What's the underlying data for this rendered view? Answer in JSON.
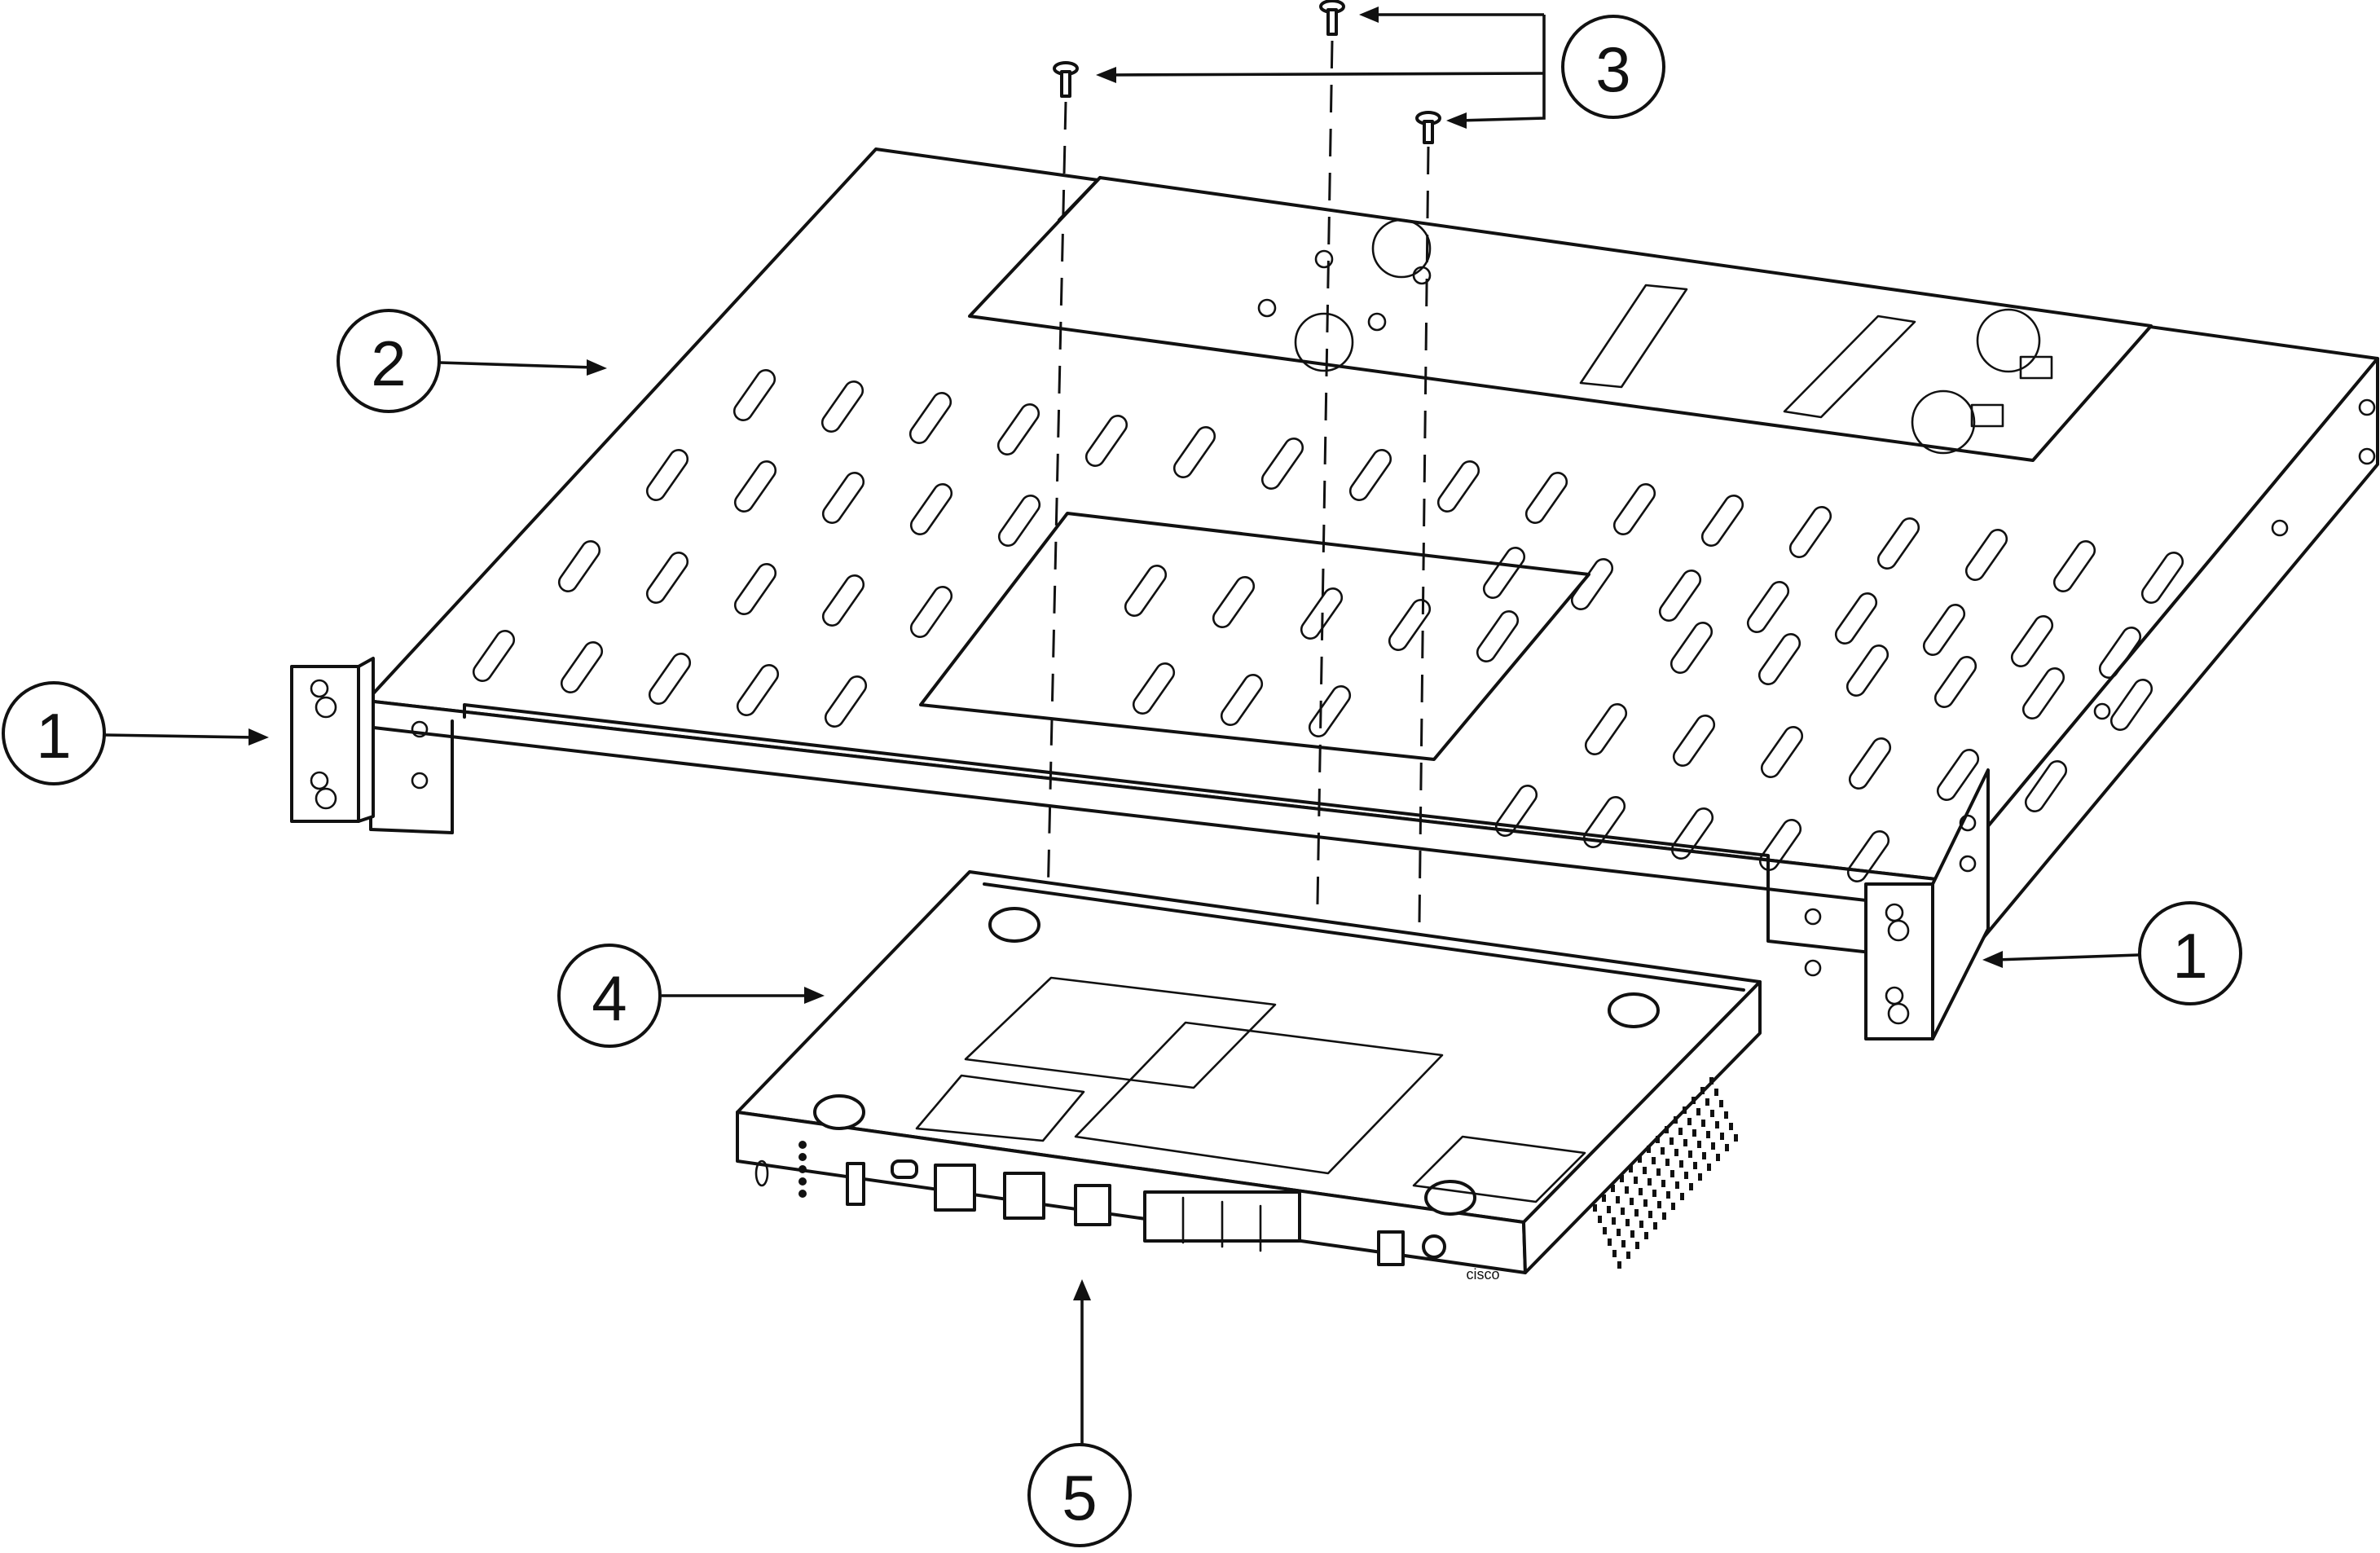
{
  "figure": {
    "type": "exploded assembly diagram",
    "subject": "rack-mount shelf with router installation"
  },
  "callouts": [
    {
      "id": "1a",
      "label": "1"
    },
    {
      "id": "2",
      "label": "2"
    },
    {
      "id": "3",
      "label": "3"
    },
    {
      "id": "1b",
      "label": "1"
    },
    {
      "id": "4",
      "label": "4"
    },
    {
      "id": "5",
      "label": "5"
    }
  ],
  "parts": {
    "mounting_ears": "1",
    "rack_shelf": "2",
    "screws": "3",
    "router_bottom": "4",
    "router_front_panel": "5"
  },
  "device": {
    "brand_mark": "cisco",
    "rj45_port_group_count": 4,
    "screw_count": 3
  }
}
